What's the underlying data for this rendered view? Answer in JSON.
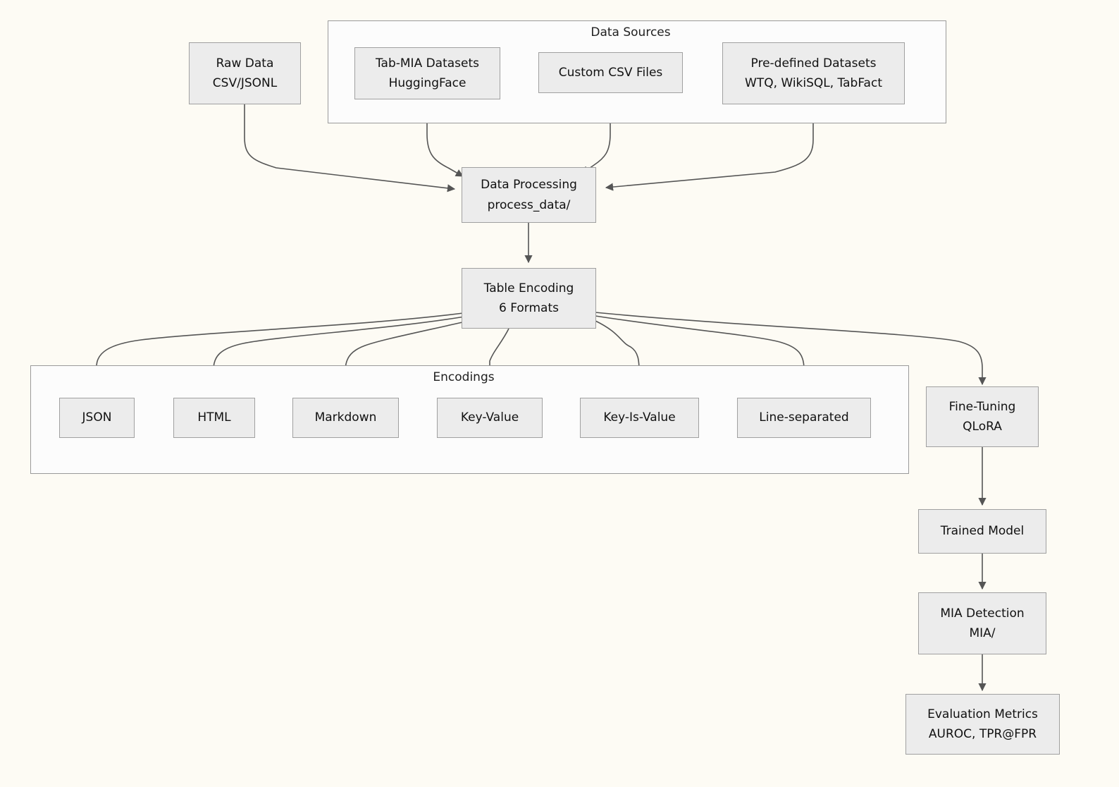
{
  "diagram": {
    "title": "Tab-MIA pipeline flowchart",
    "background_color": "#fdfbf4",
    "node_fill": "#ececec",
    "node_stroke": "#a0a0a0",
    "edge_stroke": "#555555",
    "cluster_fill": "#fcfcfc",
    "cluster_stroke": "#9a9a9a"
  },
  "clusters": [
    {
      "id": "data-sources",
      "label": "Data Sources"
    },
    {
      "id": "encodings",
      "label": "Encodings"
    }
  ],
  "nodes": {
    "raw_data": {
      "line1": "Raw Data",
      "line2": "CSV/JSONL"
    },
    "tab_mia": {
      "line1": "Tab-MIA Datasets",
      "line2": "HuggingFace"
    },
    "custom_csv": {
      "line1": "Custom CSV Files",
      "line2": ""
    },
    "predefined": {
      "line1": "Pre-defined Datasets",
      "line2": "WTQ, WikiSQL, TabFact"
    },
    "data_processing": {
      "line1": "Data Processing",
      "line2": "process_data/"
    },
    "table_encoding": {
      "line1": "Table Encoding",
      "line2": "6 Formats"
    },
    "json": {
      "line1": "JSON",
      "line2": ""
    },
    "html": {
      "line1": "HTML",
      "line2": ""
    },
    "markdown": {
      "line1": "Markdown",
      "line2": ""
    },
    "key_value": {
      "line1": "Key-Value",
      "line2": ""
    },
    "key_is_value": {
      "line1": "Key-Is-Value",
      "line2": ""
    },
    "line_separated": {
      "line1": "Line-separated",
      "line2": ""
    },
    "fine_tuning": {
      "line1": "Fine-Tuning",
      "line2": "QLoRA"
    },
    "trained_model": {
      "line1": "Trained Model",
      "line2": ""
    },
    "mia_detection": {
      "line1": "MIA Detection",
      "line2": "MIA/"
    },
    "eval_metrics": {
      "line1": "Evaluation Metrics",
      "line2": "AUROC, TPR@FPR"
    }
  },
  "edges": [
    {
      "from": "raw_data",
      "to": "data_processing"
    },
    {
      "from": "tab_mia",
      "to": "data_processing"
    },
    {
      "from": "custom_csv",
      "to": "data_processing"
    },
    {
      "from": "predefined",
      "to": "data_processing"
    },
    {
      "from": "data_processing",
      "to": "table_encoding"
    },
    {
      "from": "table_encoding",
      "to": "json"
    },
    {
      "from": "table_encoding",
      "to": "html"
    },
    {
      "from": "table_encoding",
      "to": "markdown"
    },
    {
      "from": "table_encoding",
      "to": "key_value"
    },
    {
      "from": "table_encoding",
      "to": "key_is_value"
    },
    {
      "from": "table_encoding",
      "to": "line_separated"
    },
    {
      "from": "table_encoding",
      "to": "fine_tuning"
    },
    {
      "from": "fine_tuning",
      "to": "trained_model"
    },
    {
      "from": "trained_model",
      "to": "mia_detection"
    },
    {
      "from": "mia_detection",
      "to": "eval_metrics"
    }
  ]
}
